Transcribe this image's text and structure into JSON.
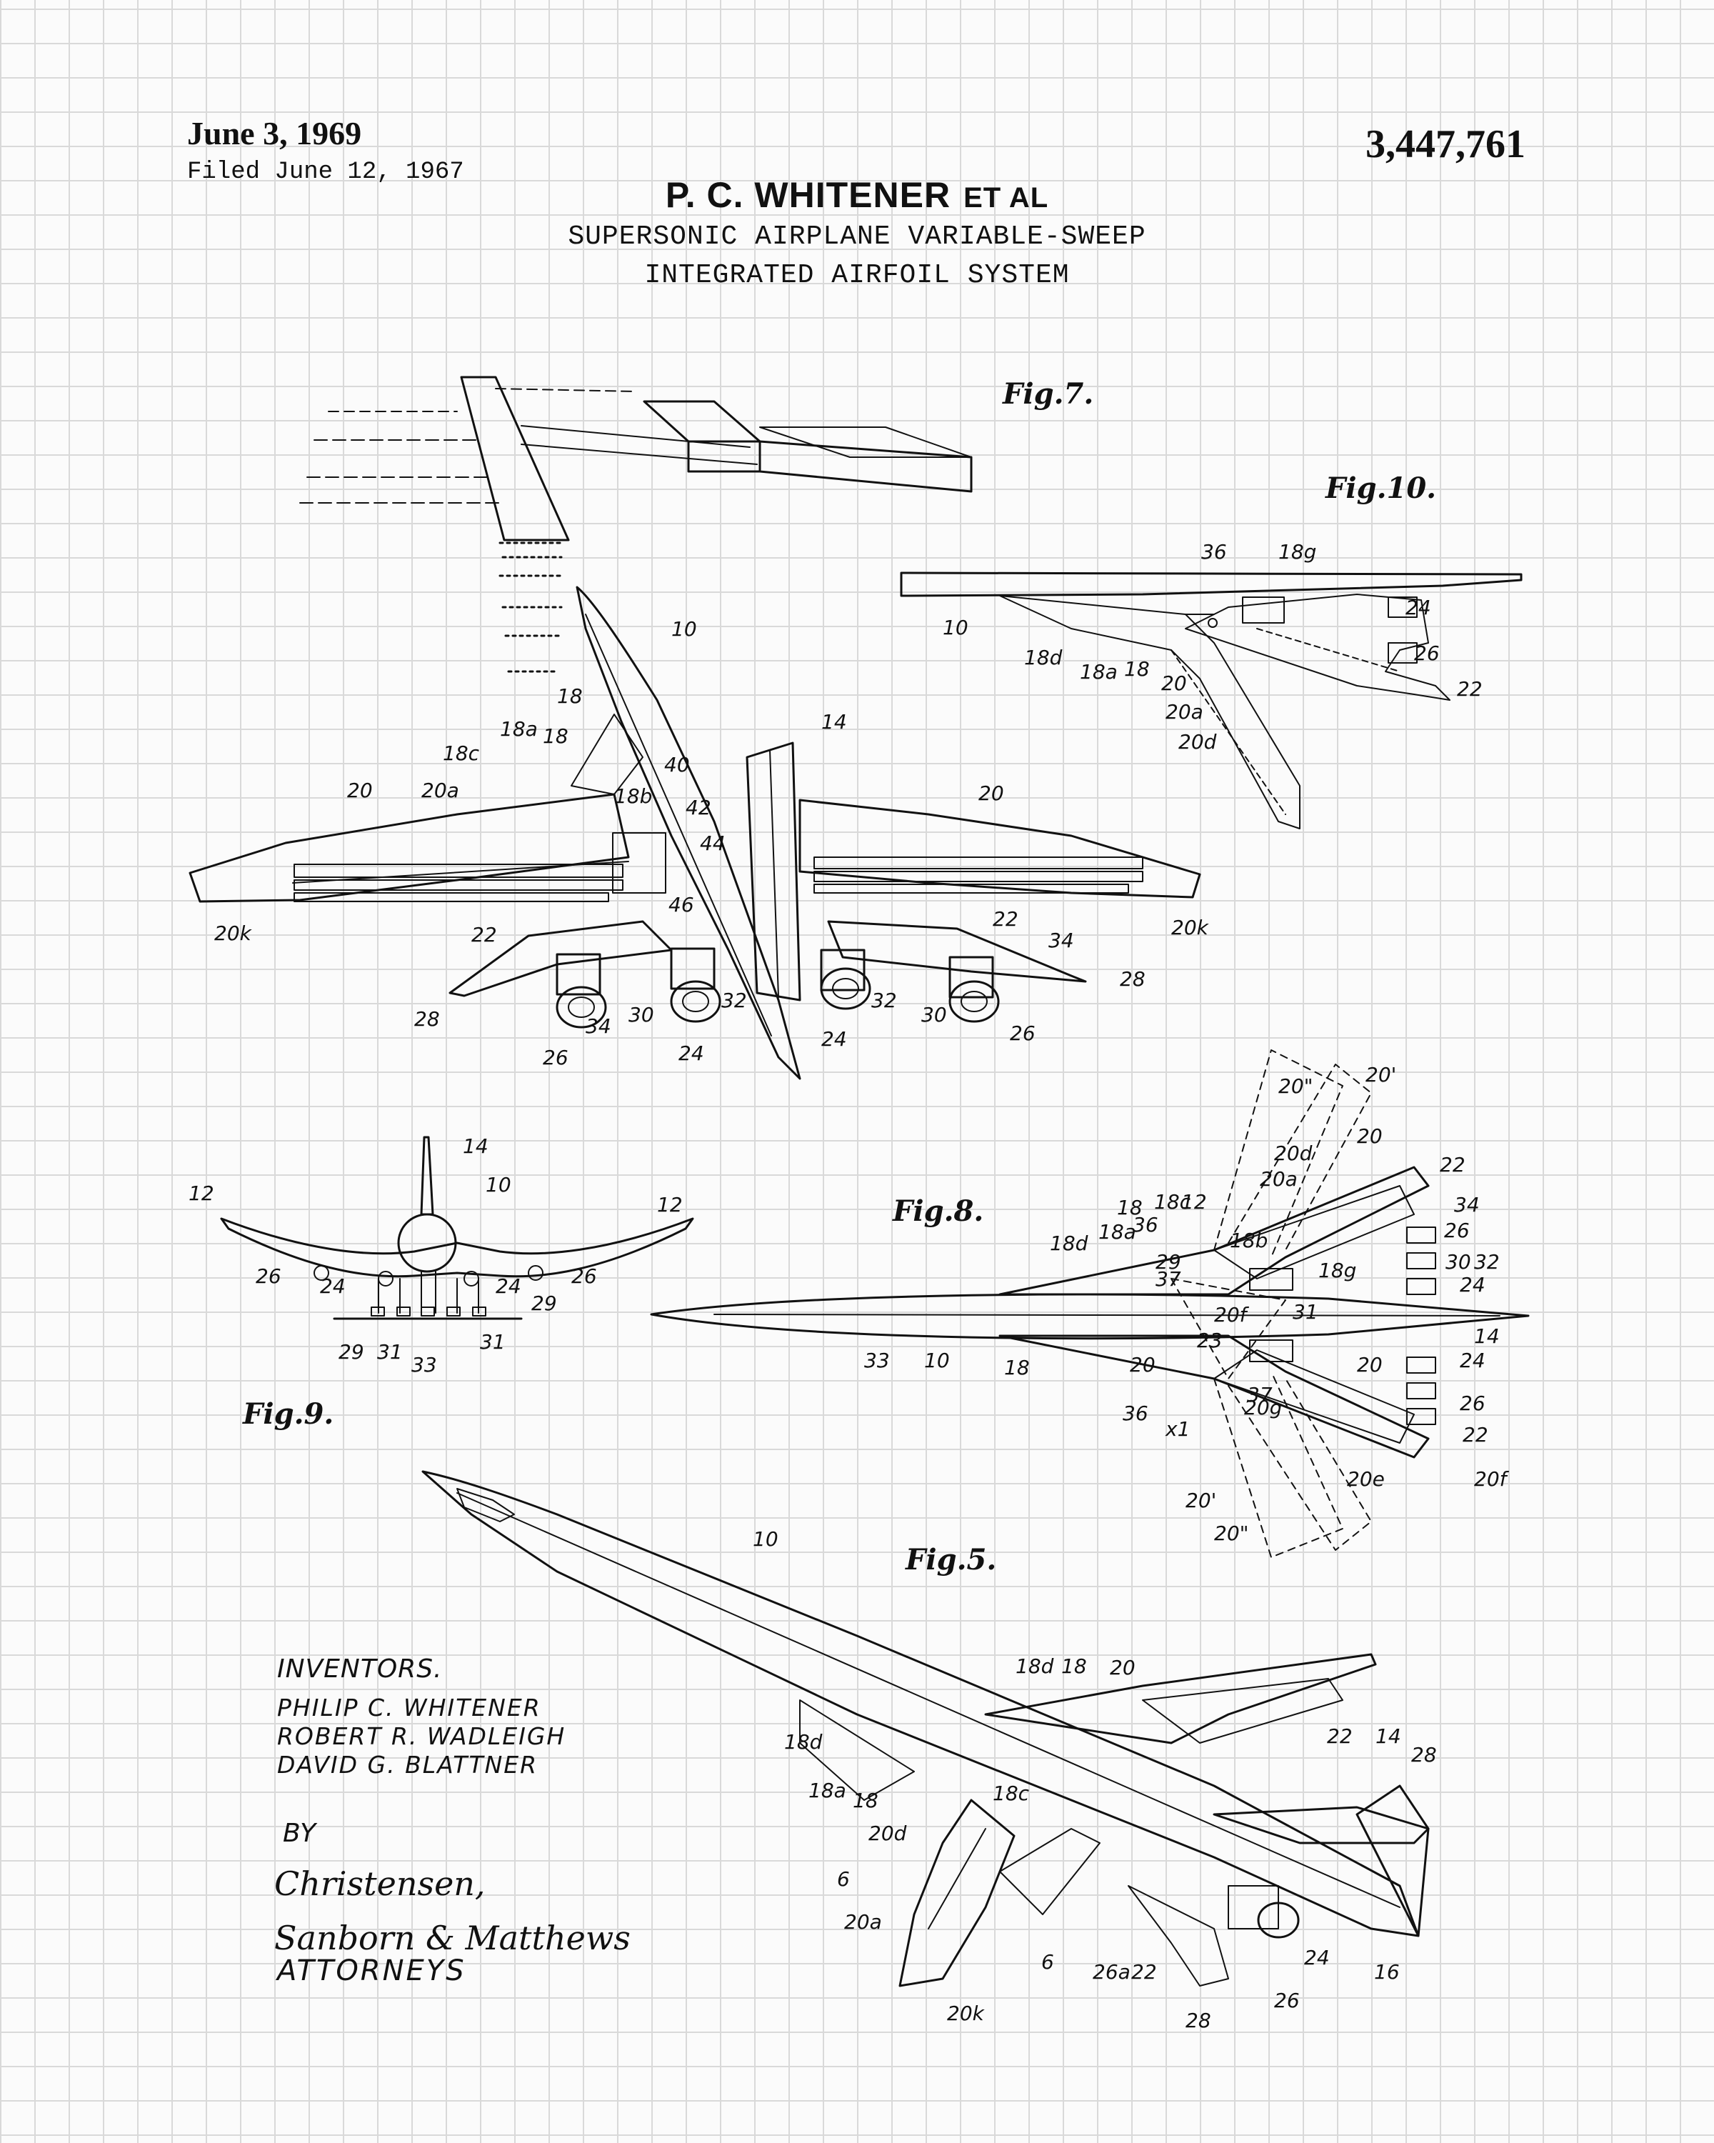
{
  "header": {
    "date": "June 3, 1969",
    "filed": "Filed June 12, 1967",
    "patent_number": "3,447,761",
    "inventor": "P. C. WHITENER",
    "et_al": "ET AL",
    "title_line1": "SUPERSONIC AIRPLANE VARIABLE-SWEEP",
    "title_line2": "INTEGRATED AIRFOIL SYSTEM"
  },
  "figures": {
    "fig5": "Fig.5.",
    "fig7": "Fig.7.",
    "fig8": "Fig.8.",
    "fig9": "Fig.9.",
    "fig10": "Fig.10."
  },
  "fig7_refs": [
    "10",
    "18",
    "18a",
    "18c",
    "18",
    "18b",
    "40",
    "42",
    "44",
    "46",
    "14",
    "20",
    "20a",
    "20",
    "20k",
    "20k",
    "22",
    "22",
    "34",
    "28",
    "28",
    "26",
    "34",
    "30",
    "24",
    "32",
    "32",
    "24",
    "30",
    "26"
  ],
  "fig10_refs": [
    "36",
    "18g",
    "24",
    "10",
    "18d",
    "18a",
    "18",
    "20",
    "20a",
    "20d",
    "26",
    "22"
  ],
  "fig9_refs": [
    "14",
    "10",
    "12",
    "12",
    "26",
    "24",
    "24",
    "26",
    "29",
    "29",
    "31",
    "33",
    "31"
  ],
  "fig8_refs": [
    "20\"",
    "20'",
    "20",
    "20d",
    "20a",
    "22",
    "34",
    "26",
    "30",
    "32",
    "24",
    "14",
    "24",
    "20",
    "26",
    "22",
    "20f",
    "20e",
    "20g",
    "37",
    "36",
    "x1",
    "23",
    "20",
    "18",
    "33",
    "10",
    "18d",
    "18a",
    "18",
    "36",
    "18c",
    "12",
    "18b",
    "18g",
    "29",
    "37",
    "20f",
    "31",
    "20'",
    "20\""
  ],
  "fig5_refs": [
    "10",
    "18d",
    "18",
    "20",
    "22",
    "14",
    "28",
    "18d",
    "18a",
    "18",
    "18c",
    "20d",
    "6",
    "20a",
    "6",
    "20k",
    "26a",
    "22",
    "28",
    "26",
    "24",
    "16"
  ],
  "inventors": {
    "heading": "INVENTORS.",
    "names": [
      "PHILIP C. WHITENER",
      "ROBERT R. WADLEIGH",
      "DAVID G. BLATTNER"
    ]
  },
  "attorneys": {
    "by": "BY",
    "signature1": "Christensen,",
    "signature2": "Sanborn & Matthews",
    "label": "ATTORNEYS"
  }
}
